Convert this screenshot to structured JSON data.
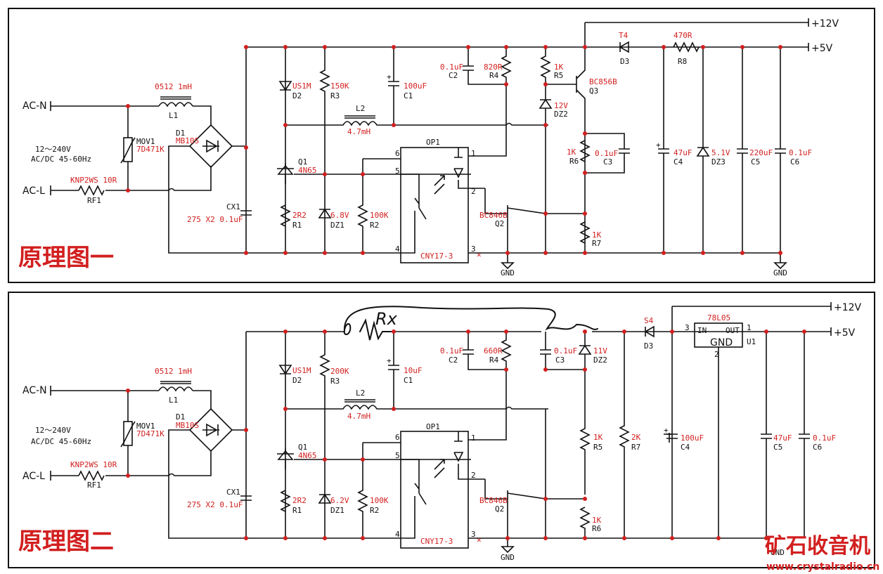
{
  "diagram1": {
    "title": "原理图一",
    "ac_n": "AC-N",
    "ac_l": "AC-L",
    "supply_line1": "12～240V",
    "supply_line2": "AC/DC 45-60Hz",
    "L1_val": "0512 1mH",
    "L1_ref": "L1",
    "MOV1_ref": "MOV1",
    "MOV1_val": "7D471K",
    "RF1_val": "KNP2WS 10R",
    "RF1_ref": "RF1",
    "D1_ref": "D1",
    "D1_val": "MB10S",
    "CX1_ref": "CX1",
    "CX1_val": "275 X2 0.1uF",
    "D2_val": "US1M",
    "D2_ref": "D2",
    "R3_val": "150K",
    "R3_ref": "R3",
    "C1_val": "100uF",
    "C1_ref": "C1",
    "L2_ref": "L2",
    "L2_val": "4.7mH",
    "Q1_ref": "Q1",
    "Q1_val": "4N65",
    "R1_val": "2R2",
    "R1_ref": "R1",
    "DZ1_val": "6.8V",
    "DZ1_ref": "DZ1",
    "R2_val": "100K",
    "R2_ref": "R2",
    "OP1_ref": "OP1",
    "OP1_val": "CNY17-3",
    "C2_val": "0.1uF",
    "C2_ref": "C2",
    "R4_val": "820R",
    "R4_ref": "R4",
    "R5_val": "1K",
    "R5_ref": "R5",
    "DZ2_val": "12V",
    "DZ2_ref": "DZ2",
    "Q3_val": "BC856B",
    "Q3_ref": "Q3",
    "R6_val": "1K",
    "R6_ref": "R6",
    "C3_val": "0.1uF",
    "C3_ref": "C3",
    "Q2_val": "BC846B",
    "Q2_ref": "Q2",
    "R7_val": "1K",
    "R7_ref": "R7",
    "T4": "T4",
    "D3_ref": "D3",
    "R8_val": "470R",
    "R8_ref": "R8",
    "C4_val": "47uF",
    "C4_ref": "C4",
    "DZ3_val": "5.1V",
    "DZ3_ref": "DZ3",
    "C5_val": "220uF",
    "C5_ref": "C5",
    "C6_val": "0.1uF",
    "C6_ref": "C6",
    "out12": "+12V",
    "out5": "+5V",
    "gnd": "GND",
    "pins": [
      "1",
      "2",
      "3",
      "4",
      "5",
      "6"
    ]
  },
  "diagram2": {
    "title": "原理图二",
    "ac_n": "AC-N",
    "ac_l": "AC-L",
    "supply_line1": "12～240V",
    "supply_line2": "AC/DC 45-60Hz",
    "L1_val": "0512 1mH",
    "L1_ref": "L1",
    "MOV1_ref": "MOV1",
    "MOV1_val": "7D471K",
    "RF1_val": "KNP2WS 10R",
    "RF1_ref": "RF1",
    "D1_ref": "D1",
    "D1_val": "MB10S",
    "CX1_ref": "CX1",
    "CX1_val": "275 X2 0.1uF",
    "D2_val": "US1M",
    "D2_ref": "D2",
    "R3_val": "200K",
    "R3_ref": "R3",
    "C1_val": "10uF",
    "C1_ref": "C1",
    "L2_ref": "L2",
    "L2_val": "4.7mH",
    "Q1_ref": "Q1",
    "Q1_val": "4N65",
    "R1_val": "2R2",
    "R1_ref": "R1",
    "DZ1_val": "6.2V",
    "DZ1_ref": "DZ1",
    "R2_val": "100K",
    "R2_ref": "R2",
    "OP1_ref": "OP1",
    "OP1_val": "CNY17-3",
    "C2_val": "0.1uF",
    "C2_ref": "C2",
    "R4_val": "660R",
    "R4_ref": "R4",
    "C3_val": "0.1uF",
    "C3_ref": "C3",
    "DZ2_val": "11V",
    "DZ2_ref": "DZ2",
    "R5_val": "1K",
    "R5_ref": "R5",
    "R7_val": "2K",
    "R7_ref": "R7",
    "Q2_val": "BC846B",
    "Q2_ref": "Q2",
    "R6_val": "1K",
    "R6_ref": "R6",
    "S4": "S4",
    "D3_ref": "D3",
    "U1_val": "78L05",
    "U1_ref": "U1",
    "U1_in": "IN",
    "U1_out": "OUT",
    "U1_gnd": "GND",
    "U1_pin_in": "3",
    "U1_pin_out": "1",
    "U1_pin_gnd": "2",
    "C4_val": "100uF",
    "C4_ref": "C4",
    "C5_val": "47uF",
    "C5_ref": "C5",
    "C6_val": "0.1uF",
    "C6_ref": "C6",
    "handwritten": "Rx",
    "out12": "+12V",
    "out5": "+5V",
    "gnd": "GND",
    "pins": [
      "1",
      "2",
      "3",
      "4",
      "5",
      "6"
    ]
  },
  "watermark": {
    "cn": "矿石收音机",
    "url": "www.crystalradio.cn"
  }
}
